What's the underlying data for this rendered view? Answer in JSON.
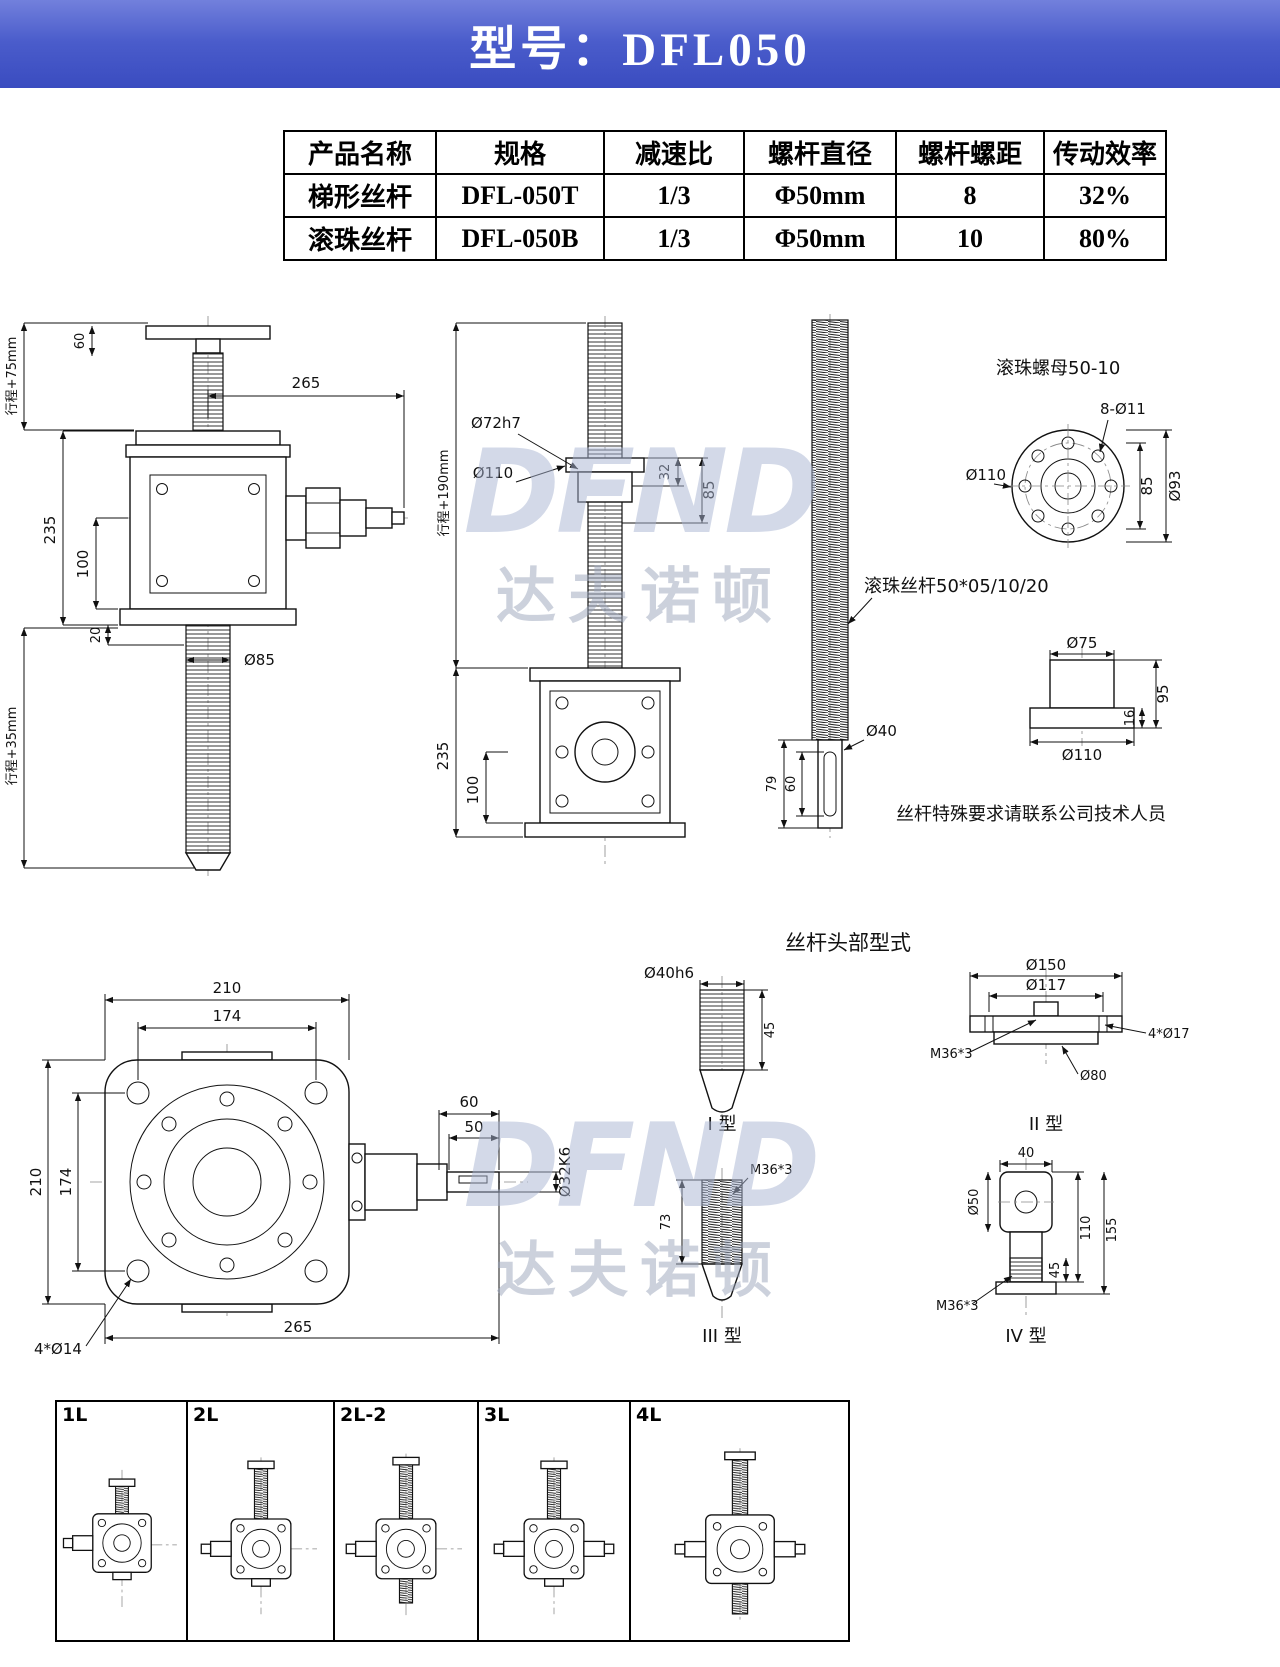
{
  "header": {
    "title": "型号：DFL050"
  },
  "spec_table": {
    "headers": [
      "产品名称",
      "规格",
      "减速比",
      "螺杆直径",
      "螺杆螺距",
      "传动效率"
    ],
    "rows": [
      [
        "梯形丝杆",
        "DFL-050T",
        "1/3",
        "Φ50mm",
        "8",
        "32%"
      ],
      [
        "滚珠丝杆",
        "DFL-050B",
        "1/3",
        "Φ50mm",
        "10",
        "80%"
      ]
    ]
  },
  "watermark": {
    "logo": "DFND",
    "name": "达夫诺顿"
  },
  "front_view": {
    "travel_top": "行程+75mm",
    "d60": "60",
    "d265": "265",
    "d235": "235",
    "d100": "100",
    "d20": "20",
    "d85": "Ø85",
    "travel_bottom": "行程+35mm"
  },
  "side_view": {
    "d72": "Ø72h7",
    "d110": "Ø110",
    "d32": "32",
    "d85": "85",
    "travel": "行程+190mm",
    "d235": "235",
    "d100": "100"
  },
  "ball_nut": {
    "title": "滚珠螺母50-10",
    "holes": "8-Ø11",
    "d110": "Ø110",
    "d85": "85",
    "d93": "Ø93"
  },
  "ball_screw": {
    "label": "滚珠丝杆50*05/10/20",
    "d40": "Ø40",
    "d79": "79",
    "d60": "60"
  },
  "flange": {
    "d75": "Ø75",
    "d95": "95",
    "d16": "16",
    "d110": "Ø110"
  },
  "note": "丝杆特殊要求请联系公司技术人员",
  "top_view": {
    "d210_top": "210",
    "d174_top": "174",
    "d210_left": "210",
    "d174_left": "174",
    "d60": "60",
    "d50": "50",
    "d32k6": "Ø32K6",
    "d265": "265",
    "holes": "4*Ø14"
  },
  "head_types": {
    "title": "丝杆头部型式",
    "t1": {
      "label": "I 型",
      "d40": "Ø40h6",
      "d45": "45"
    },
    "t2": {
      "label": "II 型",
      "d150": "Ø150",
      "d117": "Ø117",
      "holes": "4*Ø17",
      "thread": "M36*3",
      "d80": "Ø80"
    },
    "t3": {
      "label": "III 型",
      "thread": "M36*3",
      "d73": "73"
    },
    "t4": {
      "label": "IV 型",
      "d40": "40",
      "d50": "Ø50",
      "d110": "110",
      "d155": "155",
      "d45": "45",
      "thread": "M36*3"
    }
  },
  "configs": [
    "1L",
    "2L",
    "2L-2",
    "3L",
    "4L"
  ]
}
